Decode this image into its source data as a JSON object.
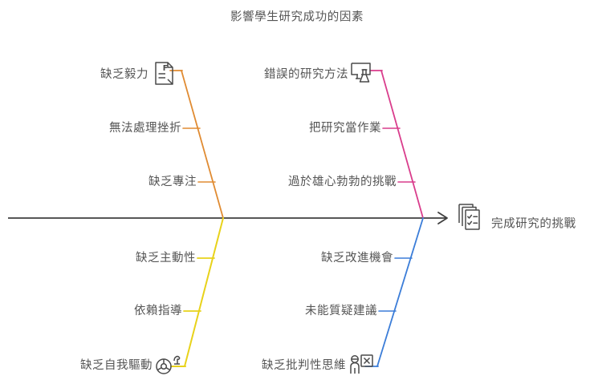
{
  "title": "影響學生研究成功的因素",
  "head": {
    "label": "完成研究的挑戰",
    "icon": "stacked-checklist-icon"
  },
  "spine": {
    "color": "#3f3f3f",
    "arrow": "arrow-right"
  },
  "branches": [
    {
      "id": "upper-left",
      "color": "#E08B32",
      "position": "top",
      "tip_icon": "document-f-grade-icon",
      "causes": [
        "缺乏毅力",
        "無法處理挫折",
        "缺乏專注"
      ]
    },
    {
      "id": "upper-right",
      "color": "#D93D8C",
      "position": "top",
      "tip_icon": "monitor-flask-icon",
      "causes": [
        "錯誤的研究方法",
        "把研究當作業",
        "過於雄心勃勃的挑戰"
      ]
    },
    {
      "id": "lower-left",
      "color": "#E8D21A",
      "position": "bottom",
      "tip_icon": "steering-wheel-icon",
      "causes": [
        "缺乏主動性",
        "依賴指導",
        "缺乏自我驅動"
      ]
    },
    {
      "id": "lower-right",
      "color": "#3B7DD8",
      "position": "bottom",
      "tip_icon": "person-x-board-icon",
      "causes": [
        "缺乏改進機會",
        "未能質疑建議",
        "缺乏批判性思維"
      ]
    }
  ],
  "labels": {
    "ul0": "缺乏毅力",
    "ul1": "無法處理挫折",
    "ul2": "缺乏專注",
    "ur0": "錯誤的研究方法",
    "ur1": "把研究當作業",
    "ur2": "過於雄心勃勃的挑戰",
    "ll0": "缺乏主動性",
    "ll1": "依賴指導",
    "ll2": "缺乏自我驅動",
    "lr0": "缺乏改進機會",
    "lr1": "未能質疑建議",
    "lr2": "缺乏批判性思維"
  },
  "chart_data": {
    "type": "diagram",
    "diagram_type": "fishbone",
    "title": "影響學生研究成功的因素",
    "effect": "完成研究的挑戰",
    "categories": [
      {
        "name": "upper-left",
        "color": "#E08B32",
        "causes": [
          "缺乏毅力",
          "無法處理挫折",
          "缺乏專注"
        ]
      },
      {
        "name": "upper-right",
        "color": "#D93D8C",
        "causes": [
          "錯誤的研究方法",
          "把研究當作業",
          "過於雄心勃勃的挑戰"
        ]
      },
      {
        "name": "lower-left",
        "color": "#E8D21A",
        "causes": [
          "缺乏主動性",
          "依賴指導",
          "缺乏自我驅動"
        ]
      },
      {
        "name": "lower-right",
        "color": "#3B7DD8",
        "causes": [
          "缺乏改進機會",
          "未能質疑建議",
          "缺乏批判性思維"
        ]
      }
    ]
  }
}
